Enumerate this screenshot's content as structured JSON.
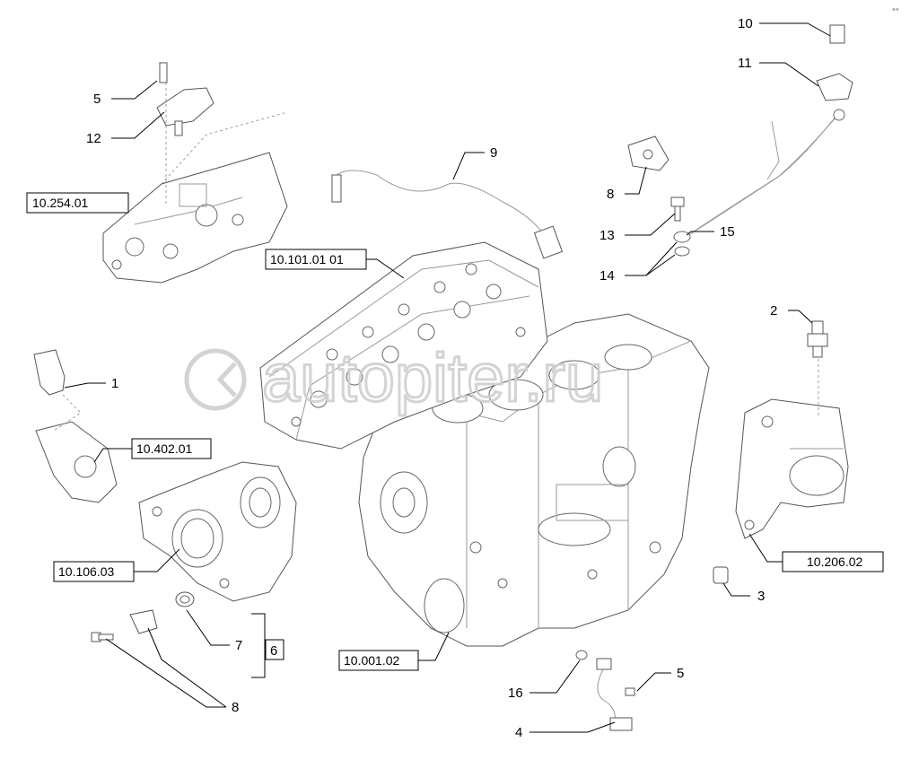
{
  "watermark": {
    "text": "autopiter.ru",
    "logo_icon": "autopiter-logo-icon"
  },
  "corner_mark": "••",
  "references": {
    "r1": "10.254.01",
    "r2": "10.101.01 01",
    "r3": "10.402.01",
    "r4": "10.106.03",
    "r5": "10.001.02",
    "r6": "10.206.02"
  },
  "callouts": {
    "c10": "10",
    "c11": "11",
    "c5_top": "5",
    "c12": "12",
    "c9": "9",
    "c8_top": "8",
    "c13": "13",
    "c15": "15",
    "c14": "14",
    "c2": "2",
    "c1": "1",
    "c3": "3",
    "c7": "7",
    "c6": "6",
    "c8_bottom": "8",
    "c5_bottom": "5",
    "c16": "16",
    "c4": "4"
  }
}
